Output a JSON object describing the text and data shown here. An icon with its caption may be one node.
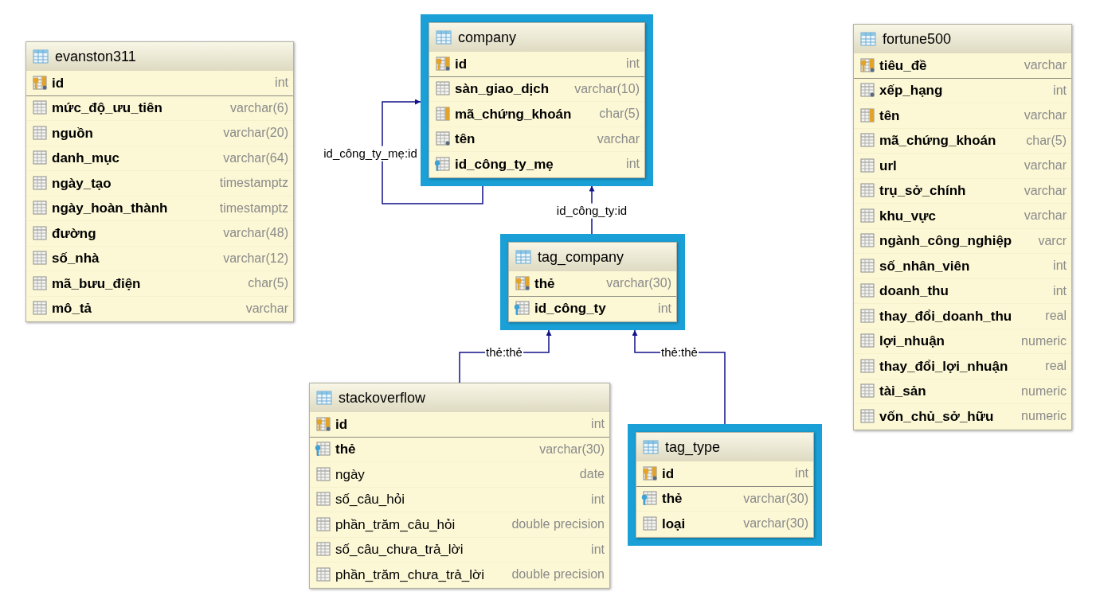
{
  "diagram": {
    "nodes": [
      {
        "text": [
          "evanston311"
        ]
      },
      {
        "text": [
          "id",
          "int"
        ],
        "in": 0
      },
      {
        "text": [
          "mức_độ_ưu_tiên",
          "varchar(6)"
        ],
        "in": 0
      },
      {
        "text": [
          "nguồn",
          "varchar(20)"
        ],
        "in": 0
      },
      {
        "text": [
          "danh_mục",
          "varchar(64)"
        ],
        "in": 0
      },
      {
        "text": [
          "ngày_tạo",
          "timestamptz"
        ],
        "in": 0
      },
      {
        "text": [
          "ngày_hoàn_thành",
          "timestamptz"
        ],
        "in": 0
      },
      {
        "text": [
          "đường",
          "varchar(48)"
        ],
        "in": 0
      },
      {
        "text": [
          "số_nhà",
          "varchar(12)"
        ],
        "in": 0
      },
      {
        "text": [
          "mã_bưu_điện",
          "char(5)"
        ],
        "in": 0
      },
      {
        "text": [
          "mô_tả",
          "varchar"
        ],
        "in": 0
      },
      {
        "text": [
          "company"
        ]
      },
      {
        "text": [
          "id",
          "int"
        ],
        "in": 11
      },
      {
        "text": [
          "sàn_giao_dịch",
          "varchar(10)"
        ],
        "in": 11
      },
      {
        "text": [
          "mã_chứng_khoán",
          "char(5)"
        ],
        "in": 11
      },
      {
        "text": [
          "tên",
          "varchar"
        ],
        "in": 11
      },
      {
        "text": [
          "id_công_ty_mẹ",
          "int"
        ],
        "in": 11
      },
      {
        "text": [
          "fortune500"
        ]
      },
      {
        "text": [
          "tiêu_đề",
          "varchar"
        ],
        "in": 17
      },
      {
        "text": [
          "xếp_hạng",
          "int"
        ],
        "in": 17
      },
      {
        "text": [
          "tên",
          "varchar"
        ],
        "in": 17
      },
      {
        "text": [
          "mã_chứng_khoán",
          "char(5)"
        ],
        "in": 17
      },
      {
        "text": [
          "url",
          "varchar"
        ],
        "in": 17
      },
      {
        "text": [
          "trụ_sở_chính",
          "varchar"
        ],
        "in": 17
      },
      {
        "text": [
          "khu_vực",
          "varchar"
        ],
        "in": 17
      },
      {
        "text": [
          "ngành_công_nghiệp",
          "varcr"
        ],
        "in": 17
      },
      {
        "text": [
          "số_nhân_viên",
          "int"
        ],
        "in": 17
      },
      {
        "text": [
          "doanh_thu",
          "int"
        ],
        "in": 17
      },
      {
        "text": [
          "thay_đổi_doanh_thu",
          "real"
        ],
        "in": 17
      },
      {
        "text": [
          "lợi_nhuận",
          "numeric"
        ],
        "in": 17
      },
      {
        "text": [
          "thay_đổi_lợi_nhuận",
          "real"
        ],
        "in": 17
      },
      {
        "text": [
          "tài_sản",
          "numeric"
        ],
        "in": 17
      },
      {
        "text": [
          "vốn_chủ_sở_hữu",
          "numeric"
        ],
        "in": 17
      },
      {
        "text": [
          "tag_company"
        ]
      },
      {
        "text": [
          "thẻ",
          "varchar(30)"
        ],
        "in": 33
      },
      {
        "text": [
          "id_công_ty",
          "int"
        ],
        "in": 33
      },
      {
        "text": [
          "stackoverflow"
        ]
      },
      {
        "text": [
          "id",
          "int"
        ],
        "in": 36
      },
      {
        "text": [
          "thẻ",
          "varchar(30)"
        ],
        "in": 36
      },
      {
        "text": [
          "ngày",
          "date"
        ],
        "in": 36
      },
      {
        "text": [
          "số_câu_hỏi",
          "int"
        ],
        "in": 36
      },
      {
        "text": [
          "phần_trăm_câu_hỏi",
          "double precision"
        ],
        "in": 36
      },
      {
        "text": [
          "số_câu_chưa_trả_lời",
          "int"
        ],
        "in": 36
      },
      {
        "text": [
          "phần_trăm_chưa_trả_lời",
          "double precision"
        ],
        "in": 36
      },
      {
        "text": [
          "tag_type"
        ]
      },
      {
        "text": [
          "id",
          "int"
        ],
        "in": 44
      },
      {
        "text": [
          "thẻ",
          "varchar(30)"
        ],
        "in": 44
      },
      {
        "text": [
          "loại",
          "varchar(30)"
        ],
        "in": 44
      }
    ],
    "edges": [
      {
        "from": 16,
        "to": 11,
        "arrow": "to",
        "label": "id_công_ty_mẹ:id"
      },
      {
        "from": 33,
        "to": 11,
        "arrow": "to",
        "label": "id_công_ty:id"
      },
      {
        "from": 36,
        "to": 33,
        "arrow": "to",
        "label": "thẻ:thẻ"
      },
      {
        "from": 44,
        "to": 33,
        "arrow": "to",
        "label": "thẻ:thẻ"
      }
    ]
  }
}
